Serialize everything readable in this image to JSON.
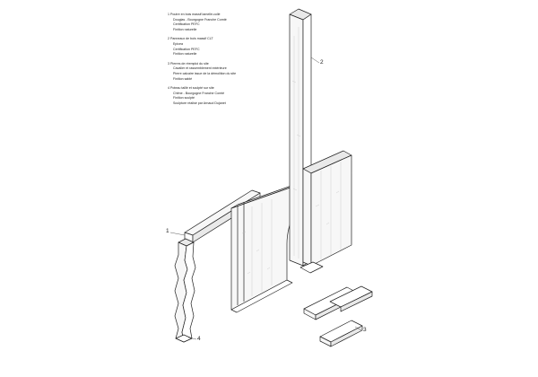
{
  "legend": [
    {
      "number": "1",
      "lines": [
        "Poutre en bois massif lamellé-collé",
        "Douglas - Bourgogne Franche Comté",
        "Certification PEFC",
        "Finition naturelle"
      ]
    },
    {
      "number": "2",
      "lines": [
        "Panneaux de bois massif CLT",
        "Epicea",
        "Certification PEFC",
        "Finition naturelle"
      ]
    },
    {
      "number": "3",
      "lines": [
        "Pierres de réemploi du site",
        "Cavalier et rassemblement extérieure",
        "Pierre calcaire issue de la démolition du site",
        "Finition sablé"
      ]
    },
    {
      "number": "4",
      "lines": [
        "Poteau taillé et sculpté sur site",
        "Chêne - Bourgogne Franche Comté",
        "Finition sculpté",
        "Sculpture réalisé par Arnaud Dujanet"
      ]
    }
  ],
  "callouts": [
    "1",
    "2",
    "3",
    "4"
  ]
}
